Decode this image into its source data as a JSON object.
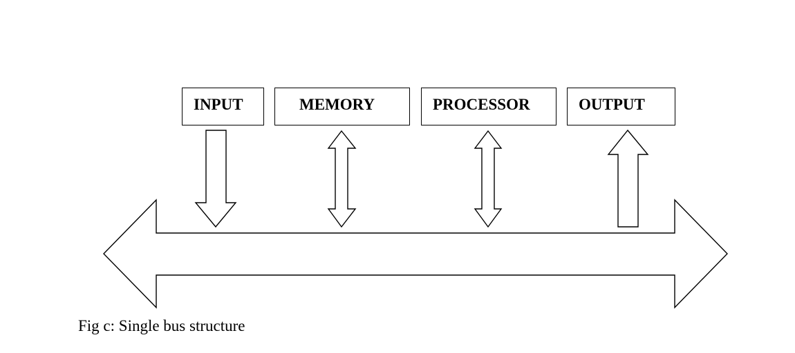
{
  "diagram": {
    "units": {
      "input": "INPUT",
      "memory": "MEMORY",
      "processor": "PROCESSOR",
      "output": "OUTPUT"
    },
    "caption": "Fig c: Single bus structure"
  }
}
